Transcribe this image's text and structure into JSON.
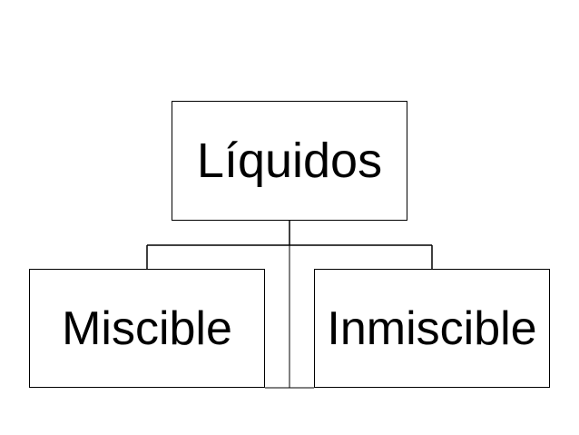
{
  "diagram": {
    "root": {
      "label": "Líquidos"
    },
    "children": [
      {
        "label": "Miscible"
      },
      {
        "label": "Inmiscible"
      }
    ]
  },
  "colors": {
    "background": "#ffffff",
    "line": "#000000",
    "text": "#000000"
  }
}
